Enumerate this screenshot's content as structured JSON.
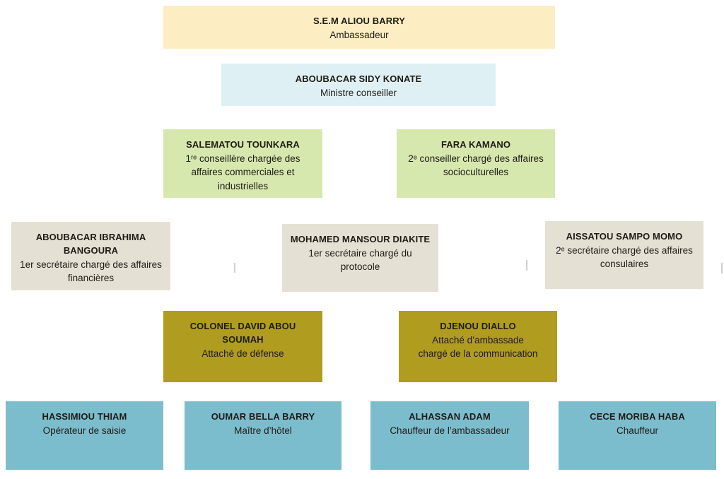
{
  "org": {
    "type": "org-chart",
    "nodes": [
      {
        "id": "ambassador",
        "name": "S.E.M ALIOU BARRY",
        "title": "Ambassadeur",
        "level_color": "#fcedc2"
      },
      {
        "id": "minister-counselor",
        "name": "ABOUBACAR SIDY KONATE",
        "title": "Ministre conseiller",
        "level_color": "#dff0f5"
      },
      {
        "id": "counselor-commercial",
        "name": "SALEMATOU TOUNKARA",
        "title": "1ʳᵉ conseillère chargée des affaires commerciales et industrielles",
        "level_color": "#d6e8ae"
      },
      {
        "id": "counselor-sociocultural",
        "name": "FARA KAMANO",
        "title": "2ᵉ conseiller chargé des affaires socioculturelles",
        "level_color": "#d6e8ae"
      },
      {
        "id": "secretary-financial",
        "name": "ABOUBACAR IBRAHIMA BANGOURA",
        "title": "1er secrétaire chargé des affaires financières",
        "level_color": "#e5e0d4"
      },
      {
        "id": "secretary-protocol",
        "name": "MOHAMED MANSOUR DIAKITE",
        "title": "1er secrétaire chargé du protocole",
        "level_color": "#e5e0d4"
      },
      {
        "id": "secretary-consular",
        "name": "AISSATOU SAMPO MOMO",
        "title": "2ᵉ secrétaire chargé des affaires consulaires",
        "level_color": "#e5e0d4"
      },
      {
        "id": "defense-attache",
        "name": "COLONEL DAVID ABOU SOUMAH",
        "title": "Attaché de défense",
        "level_color": "#b09c1e"
      },
      {
        "id": "communication-attache",
        "name": "DJENOU DIALLO",
        "title": "Attaché d’ambassade chargé de la communication",
        "level_color": "#b09c1e"
      },
      {
        "id": "data-entry-operator",
        "name": "HASSIMIOU THIAM",
        "title": "Opérateur de saisie",
        "level_color": "#7cbdcd"
      },
      {
        "id": "maitre-hotel",
        "name": "OUMAR BELLA BARRY",
        "title": "Maître d’hôtel",
        "level_color": "#7cbdcd"
      },
      {
        "id": "ambassador-driver",
        "name": "ALHASSAN ADAM",
        "title": "Chauffeur de l’ambassadeur",
        "level_color": "#7cbdcd"
      },
      {
        "id": "driver",
        "name": "CECE MORIBA HABA",
        "title": "Chauffeur",
        "level_color": "#7cbdcd"
      }
    ],
    "colors": {
      "ambassador_bg": "#fcedc2",
      "minister_bg": "#dff0f5",
      "counselor_bg": "#d6e8ae",
      "secretary_bg": "#e5e0d4",
      "attache_bg": "#b09c1e",
      "staff_bg": "#7cbdcd",
      "text": "#1f1b16",
      "connector_tick": "#cfcfcf"
    }
  }
}
